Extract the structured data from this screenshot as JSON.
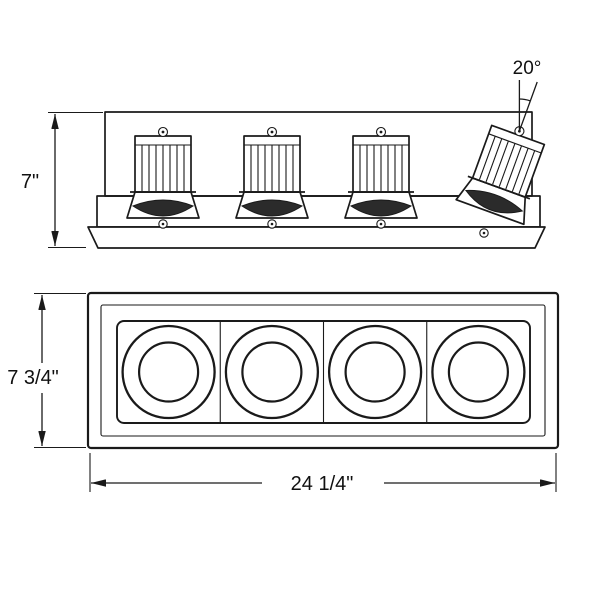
{
  "drawing": {
    "side_view": {
      "height_label": "7\"",
      "tilt_angle_label": "20°",
      "module_count": 4
    },
    "front_view": {
      "height_label": "7 3/4\"",
      "width_label": "24 1/4\"",
      "aperture_count": 4
    },
    "colors": {
      "line": "#1a1a1a",
      "background": "#ffffff",
      "lens_shading": "#2b2b2b"
    }
  }
}
